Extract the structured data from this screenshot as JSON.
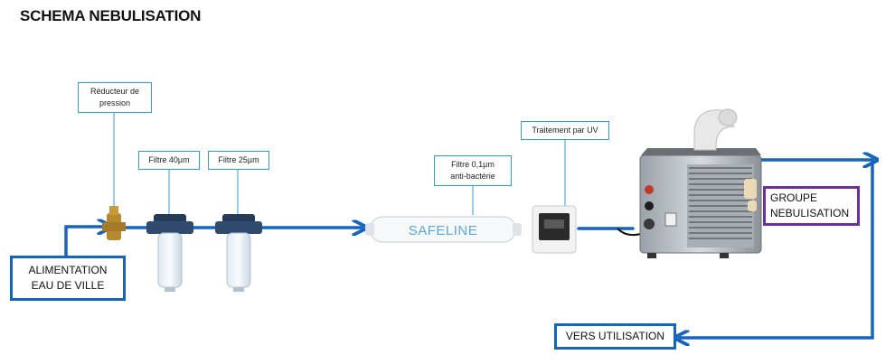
{
  "title": "SCHEMA NEBULISATION",
  "labels": {
    "reducer": "Réducteur de\npression",
    "filter40": "Filtre 40µm",
    "filter25": "Filtre 25µm",
    "filter01": "Filtre 0,1µm\nanti-bactérie",
    "uv": "Traitement par UV",
    "supply": "ALIMENTATION\nEAU DE VILLE",
    "group": "GROUPE\nNEBULISATION",
    "output": "VERS UTILISATION"
  },
  "safeline_brand": "SAFELINE",
  "colors": {
    "pipe": "#1565c0",
    "label_border": "#2aa3c8",
    "group_border": "#6b2fa0"
  }
}
